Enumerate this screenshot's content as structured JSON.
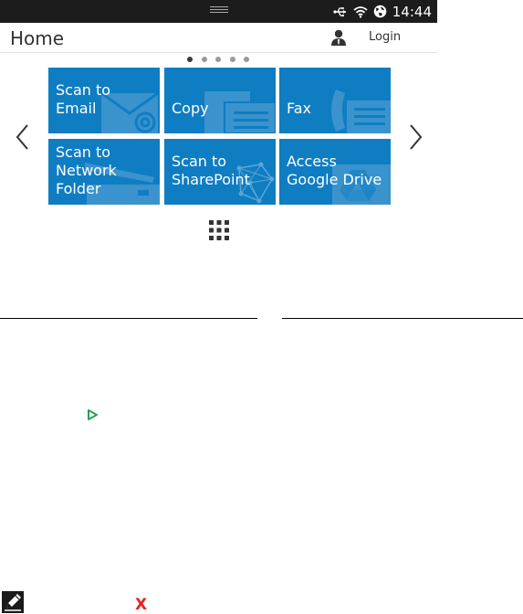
{
  "status_bar": {
    "time": "14:44",
    "icons": [
      "usb-icon",
      "wifi-icon",
      "globe-icon"
    ]
  },
  "header": {
    "title": "Home",
    "login_label": "Login",
    "user_icon": "user-icon"
  },
  "pagination": {
    "page_count": 5,
    "current_page": 1
  },
  "tiles": [
    {
      "label_line1": "Scan to",
      "label_line2": "Email",
      "label_line3": "",
      "icon": "envelope-at-icon"
    },
    {
      "label_line1": "Copy",
      "label_line2": "",
      "label_line3": "",
      "icon": "documents-icon"
    },
    {
      "label_line1": "Fax",
      "label_line2": "",
      "label_line3": "",
      "icon": "fax-phone-icon"
    },
    {
      "label_line1": "Scan to",
      "label_line2": "Network",
      "label_line3": "Folder",
      "icon": "scanner-icon"
    },
    {
      "label_line1": "Scan to",
      "label_line2": "SharePoint",
      "label_line3": "",
      "icon": "sharepoint-icon"
    },
    {
      "label_line1": "Access",
      "label_line2": "Google Drive",
      "label_line3": "",
      "icon": "google-drive-icon"
    }
  ],
  "colors": {
    "tile_blue": "#0f7dc2",
    "status_bar": "#1c1c1c",
    "play_green": "#2aa05a",
    "close_red": "#e8201f"
  },
  "decor": {
    "play_icon": "play-triangle-icon",
    "note_icon": "pencil-note-icon",
    "close_icon": "red-x-icon",
    "close_glyph": "X"
  }
}
